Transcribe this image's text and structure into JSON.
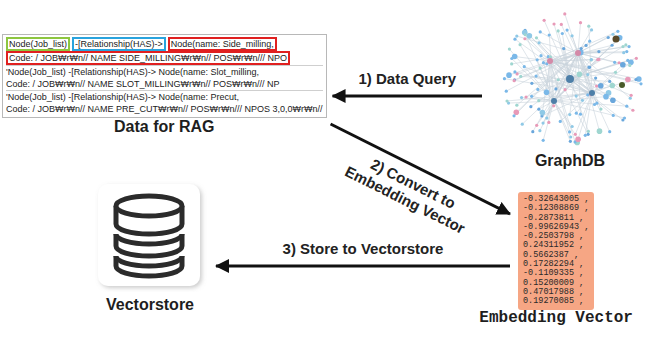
{
  "diagram": {
    "nodes": [
      {
        "text": [
          "Data for RAG",
          "Node(Job_list)",
          "-[Relationship(HAS)->",
          "Node(name: Side_milling,",
          "Code: / JOB₩r₩n// NAME SIDE_MILLING₩r₩n// POS₩r₩n/// NPO",
          "'Node(Job_list) -[Relationship(HAS)-> Node(name: Slot_milling,",
          "Code: / JOB₩r₩n// NAME SLOT_MILLING₩r₩n// POS₩r₩n/// NP",
          "'Node(Job_list) -[Relationship(HAS)-> Node(name: Precut,",
          "Code: / JOB₩r₩n// NAME PRE_CUT₩r₩n// POS₩r₩n/// NPOS 3,0,0₩r₩n//"
        ]
      },
      {
        "text": [
          "GraphDB"
        ]
      },
      {
        "text": [
          "Vectorstore"
        ]
      },
      {
        "text": [
          "Embedding Vector",
          "-0.32643005 ,",
          "-0.12308869 ,",
          "-0.2873811 ,",
          "-0.99626943 ,",
          "-0.2503798 ,",
          "0.24311952 ,",
          "0.5662387 ,",
          "0.17282294 ,",
          "-0.1109335 ,",
          "0.15200009 ,",
          "0.47017988 ,",
          "0.19270085 ,"
        ]
      }
    ],
    "edges": [
      {
        "from": 1,
        "to": 0,
        "arrow": "to",
        "label": "1) Data Query"
      },
      {
        "from": 0,
        "to": 3,
        "arrow": "to",
        "label": "2) Convert to Embedding Vector"
      },
      {
        "from": 3,
        "to": 2,
        "arrow": "to",
        "label": "3) Store to Vectorstore"
      }
    ]
  }
}
